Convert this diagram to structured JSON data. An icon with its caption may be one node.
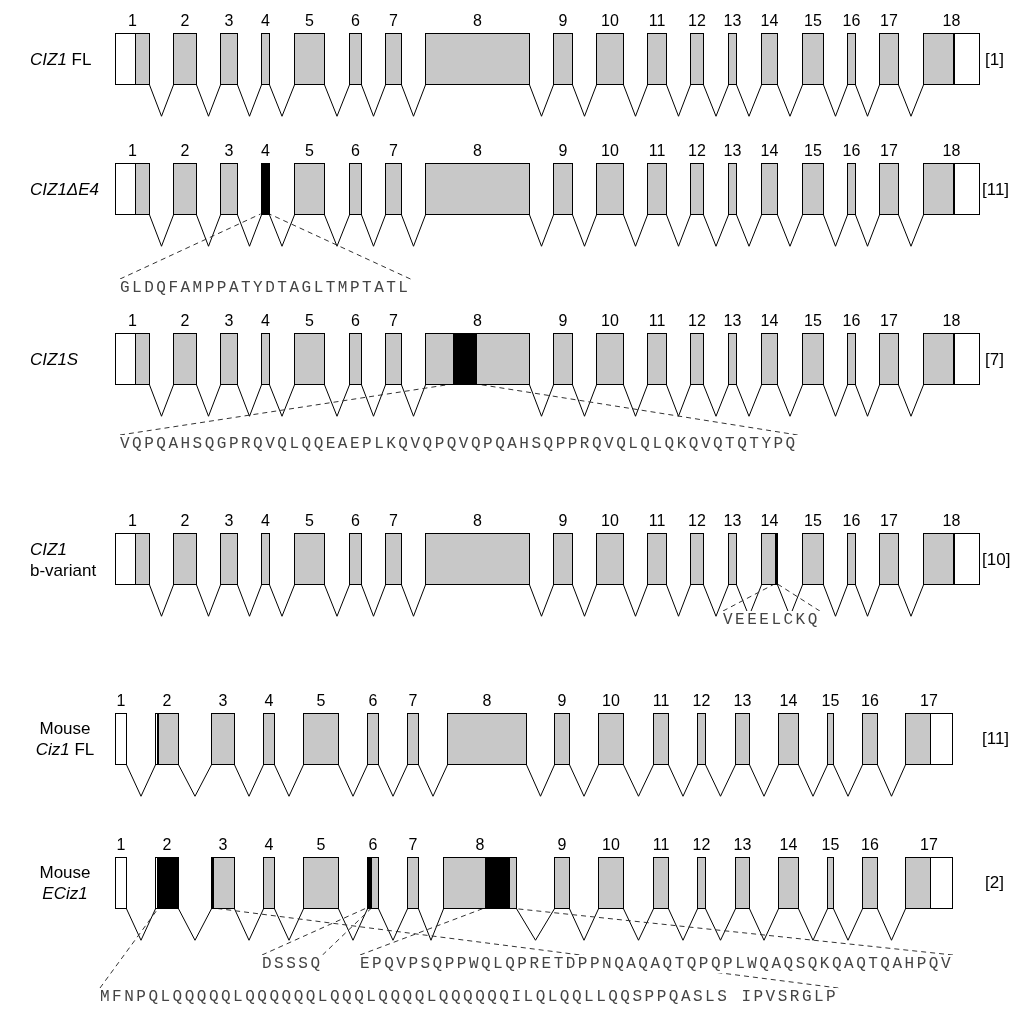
{
  "diagram": {
    "nodes": [
      {
        "text": [
          "1"
        ]
      },
      {
        "text": [
          "2"
        ]
      },
      {
        "text": [
          "3"
        ]
      },
      {
        "text": [
          "4"
        ]
      },
      {
        "text": [
          "5"
        ]
      },
      {
        "text": [
          "6"
        ]
      },
      {
        "text": [
          "7"
        ]
      },
      {
        "text": [
          "8"
        ]
      },
      {
        "text": [
          "9"
        ]
      },
      {
        "text": [
          "10"
        ]
      },
      {
        "text": [
          "11"
        ]
      },
      {
        "text": [
          "12"
        ]
      },
      {
        "text": [
          "13"
        ]
      },
      {
        "text": [
          "14"
        ]
      },
      {
        "text": [
          "15"
        ]
      },
      {
        "text": [
          "16"
        ]
      },
      {
        "text": [
          "17"
        ]
      },
      {
        "text": [
          "18"
        ]
      },
      {
        "text": [
          "1"
        ]
      },
      {
        "text": [
          "2"
        ]
      },
      {
        "text": [
          "3"
        ]
      },
      {
        "text": [
          "4"
        ]
      },
      {
        "text": [
          "5"
        ]
      },
      {
        "text": [
          "6"
        ]
      },
      {
        "text": [
          "7"
        ]
      },
      {
        "text": [
          "8"
        ]
      },
      {
        "text": [
          "9"
        ]
      },
      {
        "text": [
          "10"
        ]
      },
      {
        "text": [
          "11"
        ]
      },
      {
        "text": [
          "12"
        ]
      },
      {
        "text": [
          "13"
        ]
      },
      {
        "text": [
          "14"
        ]
      },
      {
        "text": [
          "15"
        ]
      },
      {
        "text": [
          "16"
        ]
      },
      {
        "text": [
          "17"
        ]
      },
      {
        "text": [
          "18"
        ]
      },
      {
        "text": [],
        "shape": "bar",
        "in": 21
      },
      {
        "text": [
          "GLDQFAMPPATYDTAGLTMPTATL"
        ]
      },
      {
        "text": [
          "1"
        ]
      },
      {
        "text": [
          "2"
        ]
      },
      {
        "text": [
          "3"
        ]
      },
      {
        "text": [
          "4"
        ]
      },
      {
        "text": [
          "5"
        ]
      },
      {
        "text": [
          "6"
        ]
      },
      {
        "text": [
          "7"
        ]
      },
      {
        "text": [
          "8"
        ]
      },
      {
        "text": [
          "9"
        ]
      },
      {
        "text": [
          "10"
        ]
      },
      {
        "text": [
          "11"
        ]
      },
      {
        "text": [
          "12"
        ]
      },
      {
        "text": [
          "13"
        ]
      },
      {
        "text": [
          "14"
        ]
      },
      {
        "text": [
          "15"
        ]
      },
      {
        "text": [
          "16"
        ]
      },
      {
        "text": [
          "17"
        ]
      },
      {
        "text": [
          "18"
        ]
      },
      {
        "text": [],
        "shape": "bar",
        "in": 45
      },
      {
        "text": [
          "VQPQAHSQGPRQVQLQQEAEPLKQVQPQVQPQAHSQPPRQVQLQLQKQVQTQTYPQ"
        ]
      },
      {
        "text": [
          "1"
        ]
      },
      {
        "text": [
          "2"
        ]
      },
      {
        "text": [
          "3"
        ]
      },
      {
        "text": [
          "4"
        ]
      },
      {
        "text": [
          "5"
        ]
      },
      {
        "text": [
          "6"
        ]
      },
      {
        "text": [
          "7"
        ]
      },
      {
        "text": [
          "8"
        ]
      },
      {
        "text": [
          "9"
        ]
      },
      {
        "text": [
          "10"
        ]
      },
      {
        "text": [
          "11"
        ]
      },
      {
        "text": [
          "12"
        ]
      },
      {
        "text": [
          "13"
        ]
      },
      {
        "text": [
          "14"
        ]
      },
      {
        "text": [
          "15"
        ]
      },
      {
        "text": [
          "16"
        ]
      },
      {
        "text": [
          "17"
        ]
      },
      {
        "text": [
          "18"
        ]
      },
      {
        "text": [],
        "shape": "bar",
        "in": 71
      },
      {
        "text": [
          "VEEELCKQ"
        ]
      },
      {
        "text": [
          "1"
        ]
      },
      {
        "text": [
          "2"
        ]
      },
      {
        "text": [
          "3"
        ]
      },
      {
        "text": [
          "4"
        ]
      },
      {
        "text": [
          "5"
        ]
      },
      {
        "text": [
          "6"
        ]
      },
      {
        "text": [
          "7"
        ]
      },
      {
        "text": [
          "8"
        ]
      },
      {
        "text": [
          "9"
        ]
      },
      {
        "text": [
          "10"
        ]
      },
      {
        "text": [
          "11"
        ]
      },
      {
        "text": [
          "12"
        ]
      },
      {
        "text": [
          "13"
        ]
      },
      {
        "text": [
          "14"
        ]
      },
      {
        "text": [
          "15"
        ]
      },
      {
        "text": [
          "16"
        ]
      },
      {
        "text": [
          "17"
        ]
      },
      {
        "text": [
          "1"
        ]
      },
      {
        "text": [
          "2"
        ]
      },
      {
        "text": [
          "3"
        ]
      },
      {
        "text": [
          "4"
        ]
      },
      {
        "text": [
          "5"
        ]
      },
      {
        "text": [
          "6"
        ]
      },
      {
        "text": [
          "7"
        ]
      },
      {
        "text": [
          "8"
        ]
      },
      {
        "text": [
          "9"
        ]
      },
      {
        "text": [
          "10"
        ]
      },
      {
        "text": [
          "11"
        ]
      },
      {
        "text": [
          "12"
        ]
      },
      {
        "text": [
          "13"
        ]
      },
      {
        "text": [
          "14"
        ]
      },
      {
        "text": [
          "15"
        ]
      },
      {
        "text": [
          "16"
        ]
      },
      {
        "text": [
          "17"
        ]
      },
      {
        "text": [],
        "shape": "bar",
        "in": 96
      },
      {
        "text": [],
        "shape": "bar",
        "in": 97
      },
      {
        "text": [],
        "shape": "bar",
        "in": 100
      },
      {
        "text": [],
        "shape": "bar",
        "in": 102
      },
      {
        "text": [
          "DSSSQ"
        ]
      },
      {
        "text": [
          "EPQVPSQPPWQLQPRETDPPNQAQAQTQPQPLWQAQSQKQAQTQAHPQV"
        ]
      },
      {
        "text": [
          "MFNPQLQQQQQLQQQQQQLQQQLQQQQLQQQQQQILQLQQLLQQSPPQASLS IPVSRGLP"
        ]
      }
    ],
    "edges": [
      {
        "from": 0,
        "to": 1,
        "arrow": "none"
      },
      {
        "from": 1,
        "to": 2,
        "arrow": "none"
      },
      {
        "from": 2,
        "to": 3,
        "arrow": "none"
      },
      {
        "from": 3,
        "to": 4,
        "arrow": "none"
      },
      {
        "from": 4,
        "to": 5,
        "arrow": "none"
      },
      {
        "from": 5,
        "to": 6,
        "arrow": "none"
      },
      {
        "from": 6,
        "to": 7,
        "arrow": "none"
      },
      {
        "from": 7,
        "to": 8,
        "arrow": "none"
      },
      {
        "from": 8,
        "to": 9,
        "arrow": "none"
      },
      {
        "from": 9,
        "to": 10,
        "arrow": "none"
      },
      {
        "from": 10,
        "to": 11,
        "arrow": "none"
      },
      {
        "from": 11,
        "to": 12,
        "arrow": "none"
      },
      {
        "from": 12,
        "to": 13,
        "arrow": "none"
      },
      {
        "from": 13,
        "to": 14,
        "arrow": "none"
      },
      {
        "from": 14,
        "to": 15,
        "arrow": "none"
      },
      {
        "from": 15,
        "to": 16,
        "arrow": "none"
      },
      {
        "from": 16,
        "to": 17,
        "arrow": "none"
      },
      {
        "from": 18,
        "to": 19,
        "arrow": "none"
      },
      {
        "from": 19,
        "to": 20,
        "arrow": "none"
      },
      {
        "from": 20,
        "to": 21,
        "arrow": "none"
      },
      {
        "from": 21,
        "to": 22,
        "arrow": "none"
      },
      {
        "from": 22,
        "to": 23,
        "arrow": "none"
      },
      {
        "from": 23,
        "to": 24,
        "arrow": "none"
      },
      {
        "from": 24,
        "to": 25,
        "arrow": "none"
      },
      {
        "from": 25,
        "to": 26,
        "arrow": "none"
      },
      {
        "from": 26,
        "to": 27,
        "arrow": "none"
      },
      {
        "from": 27,
        "to": 28,
        "arrow": "none"
      },
      {
        "from": 28,
        "to": 29,
        "arrow": "none"
      },
      {
        "from": 29,
        "to": 30,
        "arrow": "none"
      },
      {
        "from": 30,
        "to": 31,
        "arrow": "none"
      },
      {
        "from": 31,
        "to": 32,
        "arrow": "none"
      },
      {
        "from": 32,
        "to": 33,
        "arrow": "none"
      },
      {
        "from": 33,
        "to": 34,
        "arrow": "none"
      },
      {
        "from": 34,
        "to": 35,
        "arrow": "none"
      },
      {
        "from": 37,
        "to": 36,
        "arrow": "none",
        "style": "dashed"
      },
      {
        "from": 37,
        "to": 36,
        "arrow": "none",
        "style": "dashed"
      },
      {
        "from": 38,
        "to": 39,
        "arrow": "none"
      },
      {
        "from": 39,
        "to": 40,
        "arrow": "none"
      },
      {
        "from": 40,
        "to": 41,
        "arrow": "none"
      },
      {
        "from": 41,
        "to": 42,
        "arrow": "none"
      },
      {
        "from": 42,
        "to": 43,
        "arrow": "none"
      },
      {
        "from": 43,
        "to": 44,
        "arrow": "none"
      },
      {
        "from": 44,
        "to": 45,
        "arrow": "none"
      },
      {
        "from": 45,
        "to": 46,
        "arrow": "none"
      },
      {
        "from": 46,
        "to": 47,
        "arrow": "none"
      },
      {
        "from": 47,
        "to": 48,
        "arrow": "none"
      },
      {
        "from": 48,
        "to": 49,
        "arrow": "none"
      },
      {
        "from": 49,
        "to": 50,
        "arrow": "none"
      },
      {
        "from": 50,
        "to": 51,
        "arrow": "none"
      },
      {
        "from": 51,
        "to": 52,
        "arrow": "none"
      },
      {
        "from": 52,
        "to": 53,
        "arrow": "none"
      },
      {
        "from": 53,
        "to": 54,
        "arrow": "none"
      },
      {
        "from": 54,
        "to": 55,
        "arrow": "none"
      },
      {
        "from": 57,
        "to": 56,
        "arrow": "none",
        "style": "dashed"
      },
      {
        "from": 57,
        "to": 56,
        "arrow": "none",
        "style": "dashed"
      },
      {
        "from": 58,
        "to": 59,
        "arrow": "none"
      },
      {
        "from": 59,
        "to": 60,
        "arrow": "none"
      },
      {
        "from": 60,
        "to": 61,
        "arrow": "none"
      },
      {
        "from": 61,
        "to": 62,
        "arrow": "none"
      },
      {
        "from": 62,
        "to": 63,
        "arrow": "none"
      },
      {
        "from": 63,
        "to": 64,
        "arrow": "none"
      },
      {
        "from": 64,
        "to": 65,
        "arrow": "none"
      },
      {
        "from": 65,
        "to": 66,
        "arrow": "none"
      },
      {
        "from": 66,
        "to": 67,
        "arrow": "none"
      },
      {
        "from": 67,
        "to": 68,
        "arrow": "none"
      },
      {
        "from": 68,
        "to": 69,
        "arrow": "none"
      },
      {
        "from": 69,
        "to": 70,
        "arrow": "none"
      },
      {
        "from": 70,
        "to": 71,
        "arrow": "none"
      },
      {
        "from": 71,
        "to": 72,
        "arrow": "none"
      },
      {
        "from": 72,
        "to": 73,
        "arrow": "none"
      },
      {
        "from": 73,
        "to": 74,
        "arrow": "none"
      },
      {
        "from": 74,
        "to": 75,
        "arrow": "none"
      },
      {
        "from": 77,
        "to": 76,
        "arrow": "none",
        "style": "dashed"
      },
      {
        "from": 77,
        "to": 76,
        "arrow": "none",
        "style": "dashed"
      },
      {
        "from": 78,
        "to": 79,
        "arrow": "none"
      },
      {
        "from": 79,
        "to": 80,
        "arrow": "none"
      },
      {
        "from": 80,
        "to": 81,
        "arrow": "none"
      },
      {
        "from": 81,
        "to": 82,
        "arrow": "none"
      },
      {
        "from": 82,
        "to": 83,
        "arrow": "none"
      },
      {
        "from": 83,
        "to": 84,
        "arrow": "none"
      },
      {
        "from": 84,
        "to": 85,
        "arrow": "none"
      },
      {
        "from": 85,
        "to": 86,
        "arrow": "none"
      },
      {
        "from": 86,
        "to": 87,
        "arrow": "none"
      },
      {
        "from": 87,
        "to": 88,
        "arrow": "none"
      },
      {
        "from": 88,
        "to": 89,
        "arrow": "none"
      },
      {
        "from": 89,
        "to": 90,
        "arrow": "none"
      },
      {
        "from": 90,
        "to": 91,
        "arrow": "none"
      },
      {
        "from": 91,
        "to": 92,
        "arrow": "none"
      },
      {
        "from": 92,
        "to": 93,
        "arrow": "none"
      },
      {
        "from": 93,
        "to": 94,
        "arrow": "none"
      },
      {
        "from": 95,
        "to": 96,
        "arrow": "none"
      },
      {
        "from": 96,
        "to": 97,
        "arrow": "none"
      },
      {
        "from": 97,
        "to": 98,
        "arrow": "none"
      },
      {
        "from": 98,
        "to": 99,
        "arrow": "none"
      },
      {
        "from": 99,
        "to": 100,
        "arrow": "none"
      },
      {
        "from": 100,
        "to": 101,
        "arrow": "none"
      },
      {
        "from": 101,
        "to": 102,
        "arrow": "none"
      },
      {
        "from": 102,
        "to": 103,
        "arrow": "none"
      },
      {
        "from": 103,
        "to": 104,
        "arrow": "none"
      },
      {
        "from": 104,
        "to": 105,
        "arrow": "none"
      },
      {
        "from": 105,
        "to": 106,
        "arrow": "none"
      },
      {
        "from": 106,
        "to": 107,
        "arrow": "none"
      },
      {
        "from": 107,
        "to": 108,
        "arrow": "none"
      },
      {
        "from": 108,
        "to": 109,
        "arrow": "none"
      },
      {
        "from": 109,
        "to": 110,
        "arrow": "none"
      },
      {
        "from": 110,
        "to": 111,
        "arrow": "none"
      },
      {
        "from": 116,
        "to": 114,
        "arrow": "none",
        "style": "dashed"
      },
      {
        "from": 116,
        "to": 114,
        "arrow": "none",
        "style": "dashed"
      },
      {
        "from": 117,
        "to": 115,
        "arrow": "none",
        "style": "dashed"
      },
      {
        "from": 117,
        "to": 115,
        "arrow": "none",
        "style": "dashed"
      },
      {
        "from": 118,
        "to": 112,
        "arrow": "none",
        "style": "dashed"
      },
      {
        "from": 118,
        "to": 113,
        "arrow": "none",
        "style": "dashed"
      }
    ],
    "labels": [
      "*CIZ1* FL",
      "[1]",
      "*CIZ1ΔE4*",
      "[11]",
      "*CIZ1S*",
      "[7]",
      "*CIZ1* b-variant",
      "[10]",
      "Mouse *Ciz1* FL",
      "[11]",
      "Mouse *ECiz1*",
      "[2]"
    ]
  }
}
